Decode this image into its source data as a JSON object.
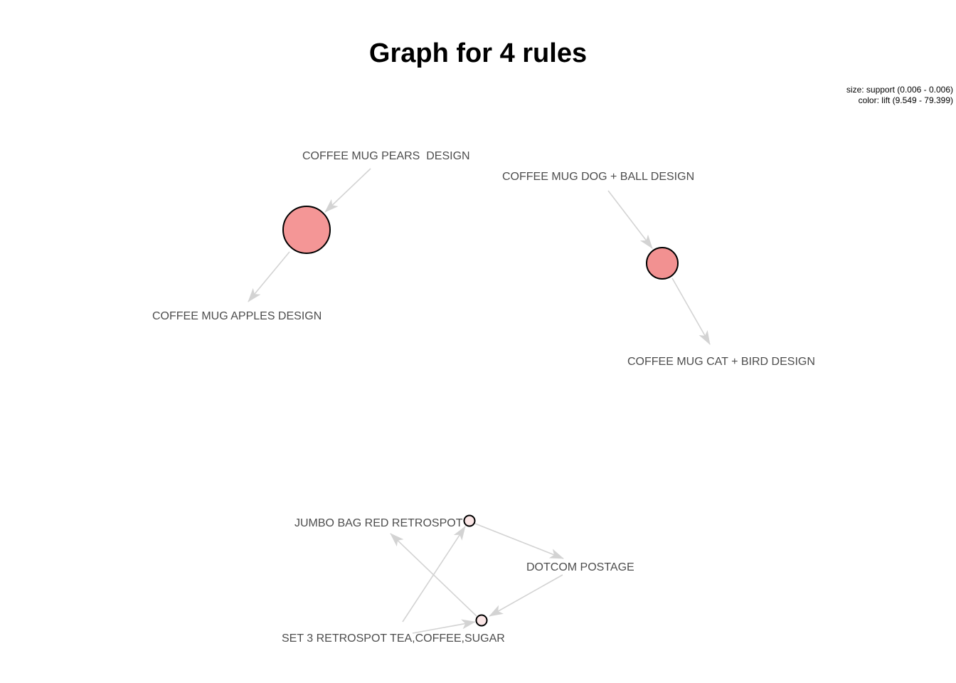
{
  "title": "Graph for 4 rules",
  "legend": {
    "size": "size: support (0.006 - 0.006)",
    "color": "color: lift (9.549 - 79.399)"
  },
  "colors": {
    "edge": "#d3d3d3",
    "label": "#4d4d4d",
    "rule_high_lift": "#f49696",
    "rule_mid_lift": "#f29191",
    "rule_low_lift": "#fbe6e6"
  },
  "items": {
    "pears": "COFFEE MUG PEARS  DESIGN",
    "apples": "COFFEE MUG APPLES DESIGN",
    "dog_ball": "COFFEE MUG DOG + BALL DESIGN",
    "cat_bird": "COFFEE MUG CAT + BIRD DESIGN",
    "jumbo_bag": "JUMBO BAG RED RETROSPOT",
    "dotcom": "DOTCOM POSTAGE",
    "set3": "SET 3 RETROSPOT TEA,COFFEE,SUGAR"
  },
  "rules": [
    {
      "lhs": [
        "COFFEE MUG PEARS  DESIGN"
      ],
      "rhs": "COFFEE MUG APPLES DESIGN"
    },
    {
      "lhs": [
        "COFFEE MUG DOG + BALL DESIGN"
      ],
      "rhs": "COFFEE MUG CAT + BIRD DESIGN"
    },
    {
      "lhs": [
        "SET 3 RETROSPOT TEA,COFFEE,SUGAR"
      ],
      "rhs": "JUMBO BAG RED RETROSPOT"
    },
    {
      "lhs": [
        "JUMBO BAG RED RETROSPOT",
        "SET 3 RETROSPOT TEA,COFFEE,SUGAR"
      ],
      "rhs": "DOTCOM POSTAGE"
    }
  ]
}
